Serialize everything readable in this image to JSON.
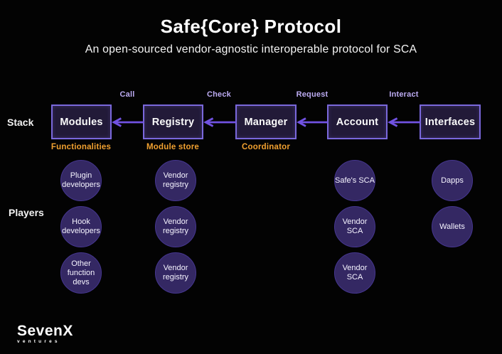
{
  "title": "Safe{Core} Protocol",
  "subtitle": "An open-sourced vendor-agnostic interoperable protocol for SCA",
  "row_labels": {
    "stack": "Stack",
    "players": "Players"
  },
  "stack": {
    "boxes": [
      {
        "label": "Modules",
        "sublabel": "Functionalities"
      },
      {
        "label": "Registry",
        "sublabel": "Module store"
      },
      {
        "label": "Manager",
        "sublabel": "Coordinator"
      },
      {
        "label": "Account",
        "sublabel": ""
      },
      {
        "label": "Interfaces",
        "sublabel": ""
      }
    ],
    "arrows": [
      {
        "label": "Call",
        "from": "Registry",
        "to": "Modules"
      },
      {
        "label": "Check",
        "from": "Manager",
        "to": "Registry"
      },
      {
        "label": "Request",
        "from": "Account",
        "to": "Manager"
      },
      {
        "label": "Interact",
        "from": "Interfaces",
        "to": "Account"
      }
    ]
  },
  "players": {
    "circles": [
      {
        "label": "Plugin developers",
        "column": "Modules"
      },
      {
        "label": "Hook developers",
        "column": "Modules"
      },
      {
        "label": "Other function devs",
        "column": "Modules"
      },
      {
        "label": "Vendor registry",
        "column": "Registry"
      },
      {
        "label": "Vendor registry",
        "column": "Registry"
      },
      {
        "label": "Vendor registry",
        "column": "Registry"
      },
      {
        "label": "Safe's SCA",
        "column": "Account"
      },
      {
        "label": "Vendor SCA",
        "column": "Account"
      },
      {
        "label": "Vendor SCA",
        "column": "Account"
      },
      {
        "label": "Dapps",
        "column": "Interfaces"
      },
      {
        "label": "Wallets",
        "column": "Interfaces"
      }
    ]
  },
  "logo": {
    "brand": "SevenX",
    "sub": "ventures"
  },
  "colors": {
    "background": "#030303",
    "box_fill": "#221a38",
    "box_border": "#7a68dc",
    "arrow": "#7152e2",
    "arrow_label": "#bcabf2",
    "orange_label": "#f0a030",
    "circle_fill": "#342863",
    "text": "#ffffff"
  }
}
